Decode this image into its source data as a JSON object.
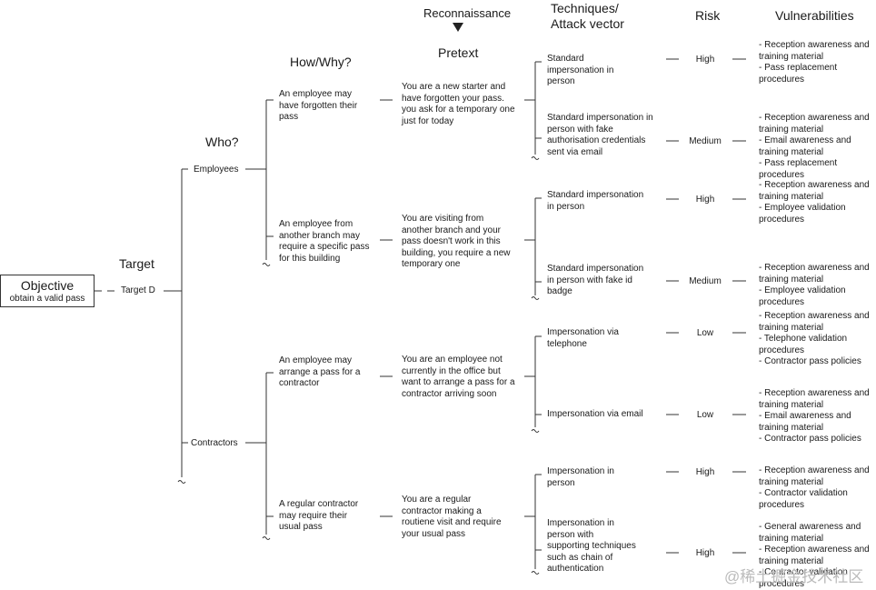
{
  "headers": {
    "reconnaissance": "Reconnaissance",
    "pretext": "Pretext",
    "techniques": "Techniques/\nAttack vector",
    "risk": "Risk",
    "vulnerabilities": "Vulnerabilities",
    "how_why": "How/Why?",
    "who": "Who?",
    "target": "Target"
  },
  "objective": {
    "title": "Objective",
    "subtitle": "obtain a valid pass"
  },
  "target_node": "Target D",
  "who": [
    "Employees",
    "Contractors"
  ],
  "how_why": [
    "An employee may\nhave forgotten their\npass",
    "An employee from\nanother branch may\nrequire a specific pass\nfor this building",
    "An employee may\narrange a pass for a\ncontractor",
    "A regular contractor\nmay require their\nusual pass"
  ],
  "pretext": [
    "You are a new starter and\nhave forgotten your pass.\nyou ask for a temporary one\njust for today",
    "You are visiting from\nanother branch and your\npass doesn't work in this\nbuilding, you require a new\ntemporary one",
    "You are an employee not\ncurrently in the office but\nwant to arrange a pass for a\ncontractor arriving soon",
    "You are a regular\ncontractor making a\nroutiene visit and require\nyour usual pass"
  ],
  "techniques": [
    {
      "technique": "Standard\nimpersonation in\nperson",
      "risk": "High",
      "vulnerabilities": "- Reception awareness and\ntraining material\n- Pass replacement\nprocedures"
    },
    {
      "technique": "Standard impersonation in\nperson with fake\nauthorisation credentials\nsent via email",
      "risk": "Medium",
      "vulnerabilities": "- Reception awareness and\ntraining material\n- Email awareness and\ntraining material\n- Pass replacement\nprocedures"
    },
    {
      "technique": "Standard impersonation\nin person",
      "risk": "High",
      "vulnerabilities": "- Reception awareness and\ntraining material\n- Employee validation\nprocedures"
    },
    {
      "technique": "Standard impersonation\nin person with fake id\nbadge",
      "risk": "Medium",
      "vulnerabilities": "- Reception awareness and\ntraining material\n- Employee validation\nprocedures"
    },
    {
      "technique": "Impersonation via\ntelephone",
      "risk": "Low",
      "vulnerabilities": "- Reception awareness and\ntraining material\n- Telephone validation\nprocedures\n- Contractor pass policies"
    },
    {
      "technique": "Impersonation via email",
      "risk": "Low",
      "vulnerabilities": "- Reception awareness and\ntraining material\n- Email awareness and\ntraining material\n- Contractor pass policies"
    },
    {
      "technique": "Impersonation in\nperson",
      "risk": "High",
      "vulnerabilities": "- Reception awareness and\ntraining material\n- Contractor validation\nprocedures"
    },
    {
      "technique": "Impersonation in\nperson with\nsupporting techniques\nsuch as chain of\nauthentication",
      "risk": "High",
      "vulnerabilities": "- General awareness and\ntraining material\n- Reception awareness and\ntraining material\n- Contractor validation\nprocedures"
    }
  ],
  "watermark": "@稀土掘金技术社区",
  "colors": {
    "line": "#333333",
    "text": "#1a1a1a"
  }
}
